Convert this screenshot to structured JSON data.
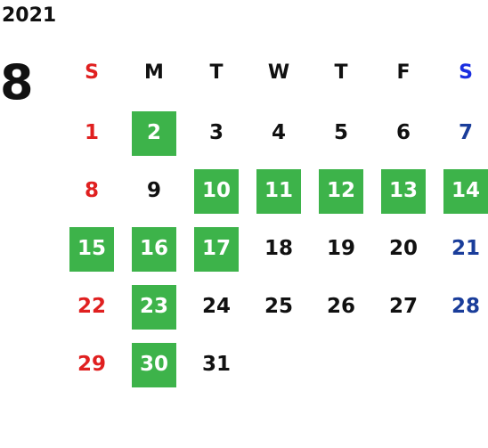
{
  "year": "2021",
  "month": "8",
  "colors": {
    "sunday": "#e02020",
    "saturday": "#1a3d9a",
    "saturday_header": "#1a2ee0",
    "weekday": "#111111",
    "highlight_bg": "#3db34a",
    "highlight_text": "#ffffff"
  },
  "weekdays": [
    "S",
    "M",
    "T",
    "W",
    "T",
    "F",
    "S"
  ],
  "weeks": [
    [
      {
        "day": "1",
        "hl": false
      },
      {
        "day": "2",
        "hl": true
      },
      {
        "day": "3",
        "hl": false
      },
      {
        "day": "4",
        "hl": false
      },
      {
        "day": "5",
        "hl": false
      },
      {
        "day": "6",
        "hl": false
      },
      {
        "day": "7",
        "hl": false
      }
    ],
    [
      {
        "day": "8",
        "hl": false
      },
      {
        "day": "9",
        "hl": false
      },
      {
        "day": "10",
        "hl": true
      },
      {
        "day": "11",
        "hl": true
      },
      {
        "day": "12",
        "hl": true
      },
      {
        "day": "13",
        "hl": true
      },
      {
        "day": "14",
        "hl": true
      }
    ],
    [
      {
        "day": "15",
        "hl": true
      },
      {
        "day": "16",
        "hl": true
      },
      {
        "day": "17",
        "hl": true
      },
      {
        "day": "18",
        "hl": false
      },
      {
        "day": "19",
        "hl": false
      },
      {
        "day": "20",
        "hl": false
      },
      {
        "day": "21",
        "hl": false
      }
    ],
    [
      {
        "day": "22",
        "hl": false
      },
      {
        "day": "23",
        "hl": true
      },
      {
        "day": "24",
        "hl": false
      },
      {
        "day": "25",
        "hl": false
      },
      {
        "day": "26",
        "hl": false
      },
      {
        "day": "27",
        "hl": false
      },
      {
        "day": "28",
        "hl": false
      }
    ],
    [
      {
        "day": "29",
        "hl": false
      },
      {
        "day": "30",
        "hl": true
      },
      {
        "day": "31",
        "hl": false
      },
      {
        "day": "",
        "hl": false
      },
      {
        "day": "",
        "hl": false
      },
      {
        "day": "",
        "hl": false
      },
      {
        "day": "",
        "hl": false
      }
    ]
  ]
}
